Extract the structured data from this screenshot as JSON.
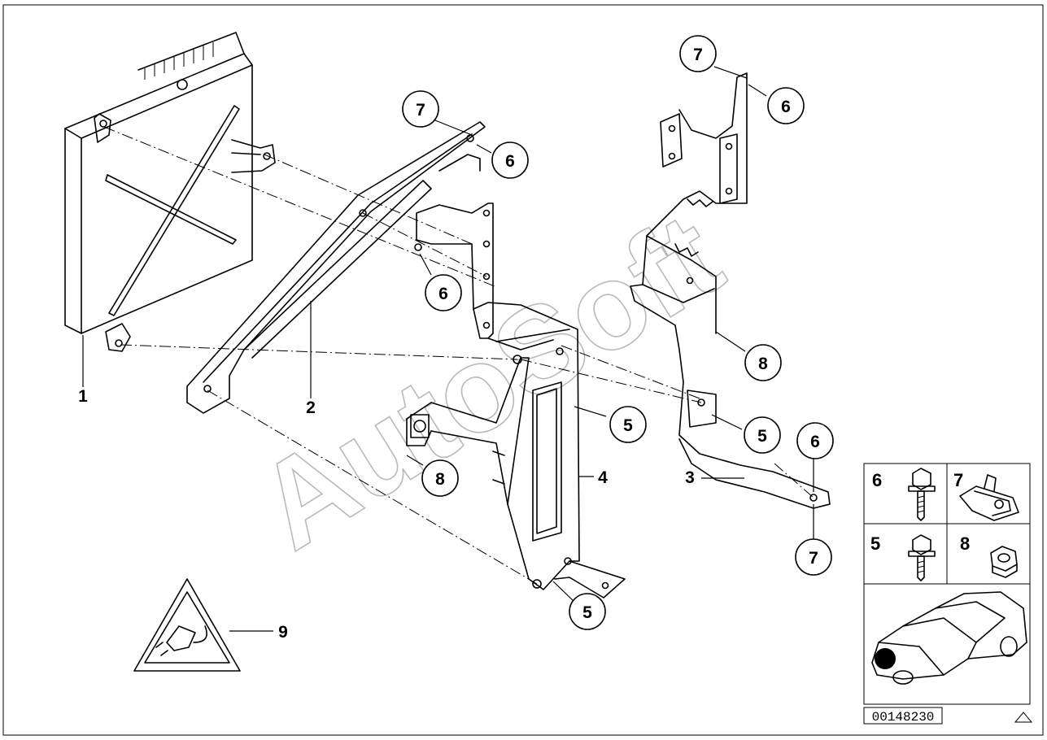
{
  "watermark": "AutoSoft",
  "callouts": [
    {
      "id": "c7a",
      "label": "7"
    },
    {
      "id": "c6a",
      "label": "6"
    },
    {
      "id": "c7b",
      "label": "7"
    },
    {
      "id": "c6b",
      "label": "6"
    },
    {
      "id": "c6c",
      "label": "6"
    },
    {
      "id": "c8a",
      "label": "8"
    },
    {
      "id": "c5a",
      "label": "5"
    },
    {
      "id": "c5b",
      "label": "5"
    },
    {
      "id": "c6d",
      "label": "6"
    },
    {
      "id": "c8b",
      "label": "8"
    },
    {
      "id": "c7c",
      "label": "7"
    },
    {
      "id": "c5c",
      "label": "5"
    }
  ],
  "part_labels": [
    {
      "id": "p1",
      "label": "1"
    },
    {
      "id": "p2",
      "label": "2"
    },
    {
      "id": "p3",
      "label": "3"
    },
    {
      "id": "p4",
      "label": "4"
    },
    {
      "id": "p9",
      "label": "9"
    }
  ],
  "legend": {
    "cells": [
      {
        "label": "6",
        "icon": "bolt-icon"
      },
      {
        "label": "7",
        "icon": "clip-nut-icon"
      },
      {
        "label": "5",
        "icon": "bolt-icon"
      },
      {
        "label": "8",
        "icon": "hex-nut-icon"
      }
    ],
    "car_icon": "car-location-icon"
  },
  "reference_number": "00148230"
}
